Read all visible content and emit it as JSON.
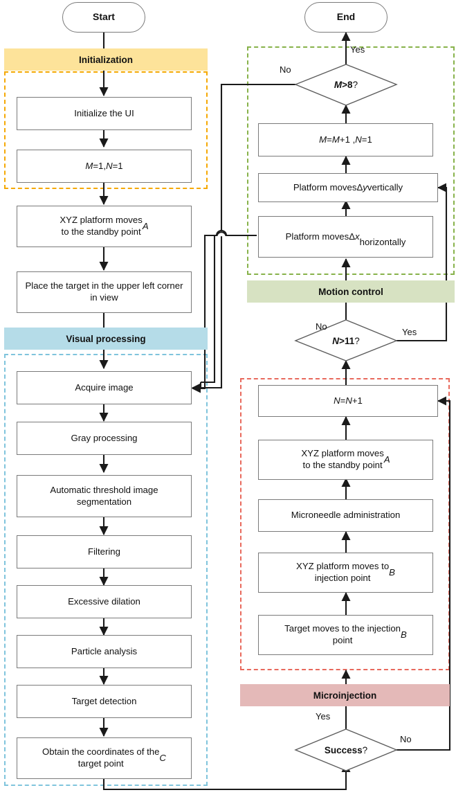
{
  "diagram": {
    "title": "Automatic microinjection system flowchart",
    "colors": {
      "initialization_band": "#FDE39A",
      "initialization_group": "#F5A800",
      "visual_band": "#B5DCE8",
      "visual_group": "#7FC4DC",
      "motion_band": "#D7E2C2",
      "motion_group": "#87B24A",
      "microinjection_band": "#E4B9B8",
      "microinjection_group": "#E8695C",
      "box_border": "#7A7A7A",
      "line": "#1A1A1A"
    },
    "terminators": {
      "start": "Start",
      "end": "End"
    },
    "bands": {
      "initialization": "Initialization",
      "visual_processing": "Visual processing",
      "motion_control": "Motion control",
      "microinjection": "Microinjection"
    },
    "left_column": {
      "initialize_ui": "Initialize the UI",
      "init_vars_html": "<i class=\"v\">M</i>=1,<i class=\"v\">N</i>=1",
      "init_vars_text": "M=1,N=1",
      "standby_html": "XYZ platform moves<br>to the standby point <i class=\"v\">A</i>",
      "standby_text": "XYZ platform moves to the standby point A",
      "place_target": "Place the target in the upper left corner in view",
      "acquire_image": "Acquire image",
      "gray_processing": "Gray processing",
      "threshold_segmentation": "Automatic threshold image segmentation",
      "filtering": "Filtering",
      "excessive_dilation": "Excessive dilation",
      "particle_analysis": "Particle analysis",
      "target_detection": "Target detection",
      "obtain_coordinates_html": "Obtain the coordinates of the<br>target point <i class=\"v\">C</i>",
      "obtain_coordinates_text": "Obtain the coordinates of the target point C"
    },
    "right_column": {
      "m_increment_html": "<i class=\"v\">M</i>=<i class=\"v\">M</i>+1 ,<i class=\"v\">N</i>=1",
      "m_increment_text": "M=M+1 ,N=1",
      "platform_dy_html": "Platform moves&Delta;<i class=\"v\">y</i> vertically",
      "platform_dy_text": "Platform movesΔy vertically",
      "platform_dx_html": "Platform moves&Delta;<i class=\"v\">x</i><br>horizontally",
      "platform_dx_text": "Platform movesΔx horizontally",
      "n_increment_html": "<i class=\"v\">N</i>=<i class=\"v\">N</i>+1",
      "n_increment_text": "N=N+1",
      "standby_html": "XYZ platform moves<br>to the standby point <i class=\"v\">A</i>",
      "standby_text": "XYZ platform moves to the standby point A",
      "microneedle": "Microneedle administration",
      "inject_move_html": "XYZ platform moves to<br>injection point <i class=\"v\">B</i>",
      "inject_move_text": "XYZ platform moves to injection point B",
      "target_move_html": "Target moves to the injection<br>point <i class=\"v\">B</i>",
      "target_move_text": "Target moves to the injection point B"
    },
    "decisions": {
      "m_gt_8_html": "<i class=\"v\">M</i>&gt;8<span class=\"nb\">?</span>",
      "m_gt_8_text": "M>8?",
      "n_gt_11_html": "<i class=\"v\">N</i>&gt;11<span class=\"nb\">?</span>",
      "n_gt_11_text": "N>11?",
      "success_html": "Success<span class=\"nb\">?</span>",
      "success_text": "Success?"
    },
    "edge_labels": {
      "m_yes": "Yes",
      "m_no": "No",
      "n_no": "No",
      "n_yes": "Yes",
      "success_yes": "Yes",
      "success_no": "No"
    }
  }
}
